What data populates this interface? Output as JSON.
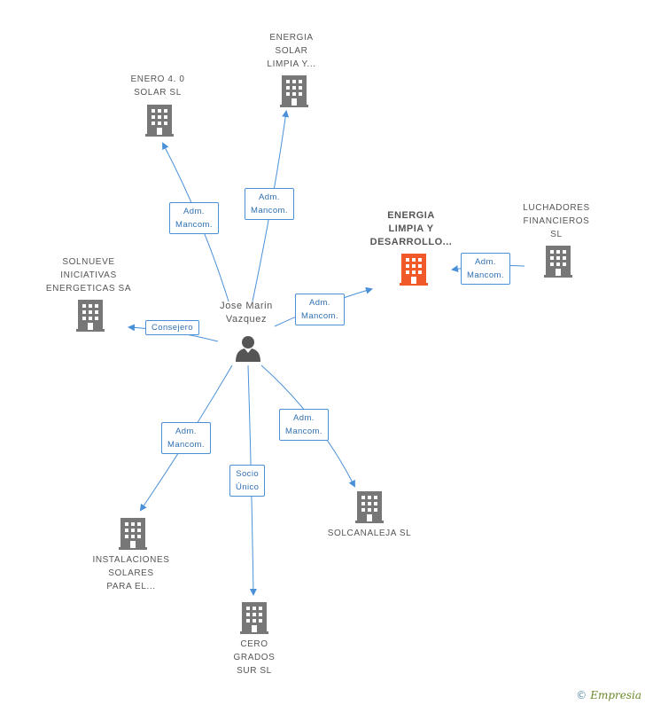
{
  "center": {
    "label_line1": "Jose Marin",
    "label_line2": "Vazquez",
    "icon": "person-icon"
  },
  "nodes": {
    "enero": {
      "lines": [
        "ENERO 4. 0",
        "SOLAR SL"
      ],
      "icon": "building-icon",
      "color": "#777777"
    },
    "energia_solar": {
      "lines": [
        "ENERGIA",
        "SOLAR",
        "LIMPIA Y..."
      ],
      "icon": "building-icon",
      "color": "#777777"
    },
    "energia_limpia": {
      "lines": [
        "ENERGIA",
        "LIMPIA Y",
        "DESARROLLO..."
      ],
      "icon": "building-icon",
      "color": "#f05a28"
    },
    "luchadores": {
      "lines": [
        "LUCHADORES",
        "FINANCIEROS",
        "SL"
      ],
      "icon": "building-icon",
      "color": "#777777"
    },
    "solnueve": {
      "lines": [
        "SOLNUEVE",
        "INICIATIVAS",
        "ENERGETICAS SA"
      ],
      "icon": "building-icon",
      "color": "#777777"
    },
    "instalaciones": {
      "lines": [
        "INSTALACIONES",
        "SOLARES",
        "PARA EL..."
      ],
      "icon": "building-icon",
      "color": "#777777"
    },
    "cero": {
      "lines": [
        "CERO",
        "GRADOS",
        "SUR SL"
      ],
      "icon": "building-icon",
      "color": "#777777"
    },
    "solcanaleja": {
      "lines": [
        "SOLCANALEJA SL"
      ],
      "icon": "building-icon",
      "color": "#777777"
    }
  },
  "edges": {
    "enero": {
      "line1": "Adm.",
      "line2": "Mancom."
    },
    "energia_solar": {
      "line1": "Adm.",
      "line2": "Mancom."
    },
    "energia_limpia": {
      "line1": "Adm.",
      "line2": "Mancom."
    },
    "luchadores": {
      "line1": "Adm.",
      "line2": "Mancom."
    },
    "solnueve": {
      "line1": "Consejero"
    },
    "instalaciones": {
      "line1": "Adm.",
      "line2": "Mancom."
    },
    "cero": {
      "line1": "Socio",
      "line2": "Único"
    },
    "solcanaleja": {
      "line1": "Adm.",
      "line2": "Mancom."
    }
  },
  "colors": {
    "edge": "#4a90d9",
    "building": "#777777",
    "building_focus": "#f05a28",
    "person": "#555555"
  },
  "footer": {
    "copyright": "©",
    "brand": "Empresia"
  }
}
